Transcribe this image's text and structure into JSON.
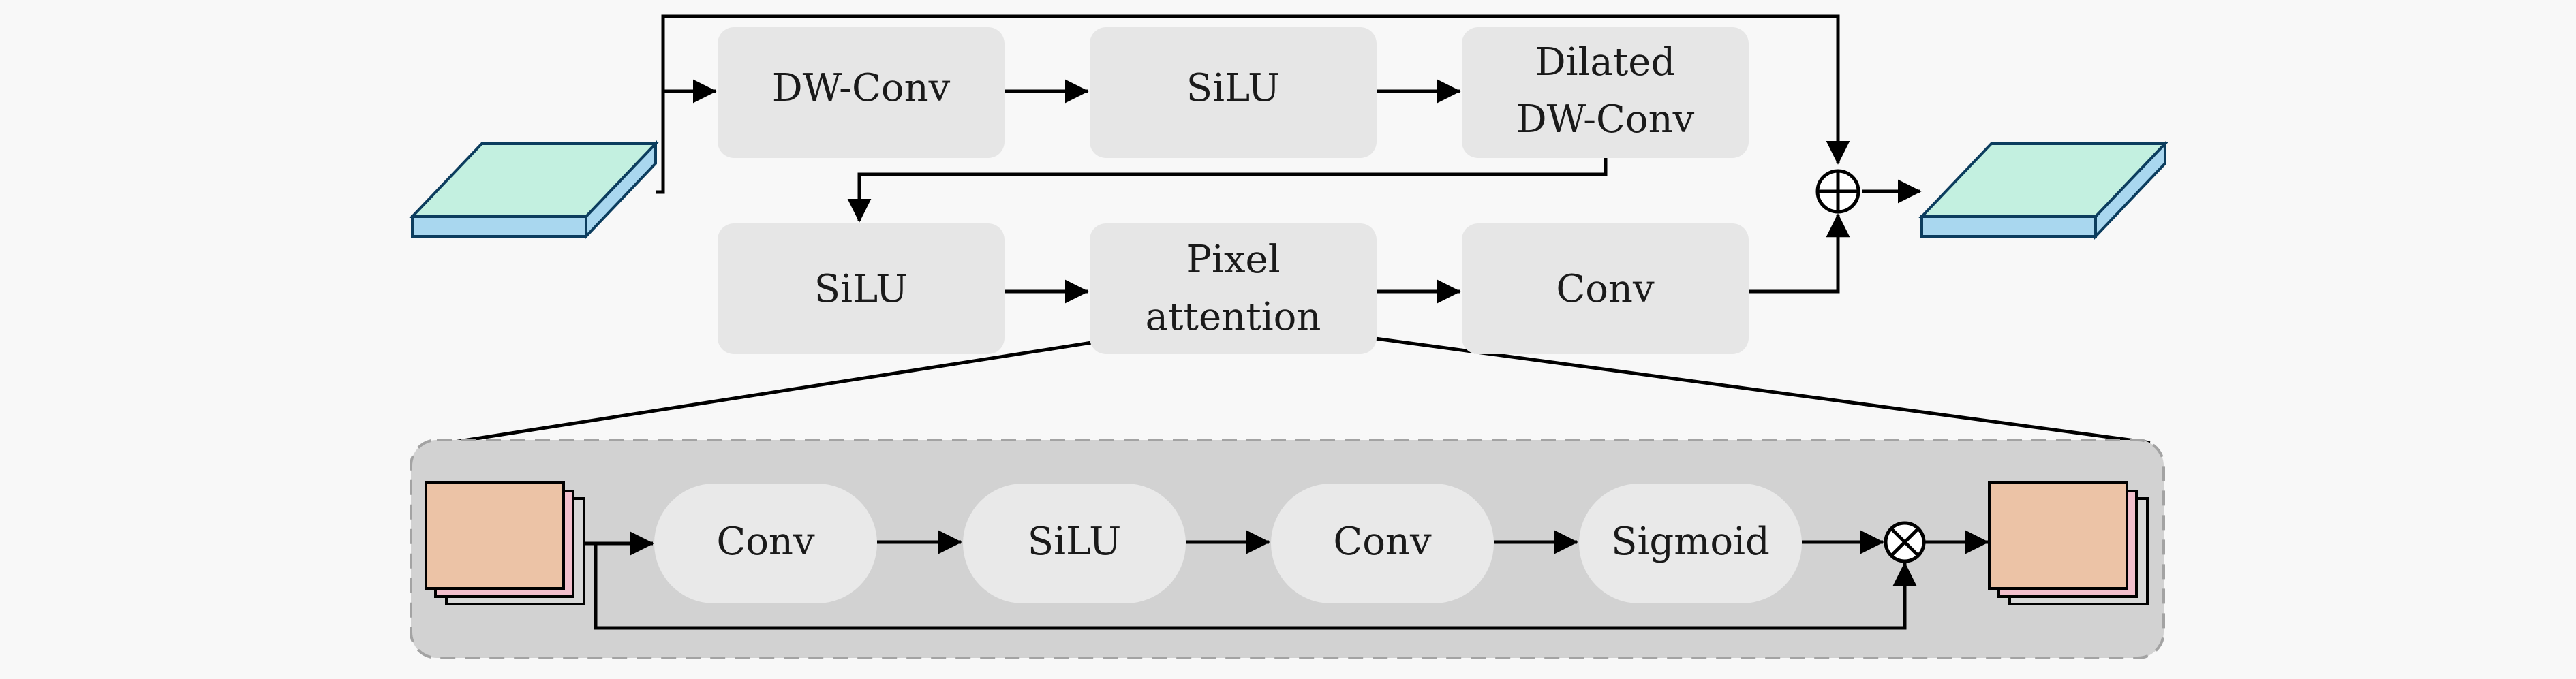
{
  "main_path": {
    "dwconv": [
      "DW-Conv"
    ],
    "silu1": [
      "SiLU"
    ],
    "dilated": [
      "Dilated",
      "DW-Conv"
    ],
    "silu2": [
      "SiLU"
    ],
    "pixel_attention": [
      "Pixel",
      "attention"
    ],
    "conv": [
      "Conv"
    ]
  },
  "detail": {
    "conv1": "Conv",
    "silu": "SiLU",
    "conv2": "Conv",
    "sigmoid": "Sigmoid"
  },
  "colors": {
    "feature_top": "#c3f0e0",
    "feature_side": "#a9d7ef",
    "feature_edge": "#0c3d5e",
    "map_fill": "#ecc3a6",
    "map_back": "#f2bfcc",
    "block_fill": "#e6e6e6",
    "detail_panel": "#d2d2d2",
    "pill_fill": "#e9e9e9"
  }
}
